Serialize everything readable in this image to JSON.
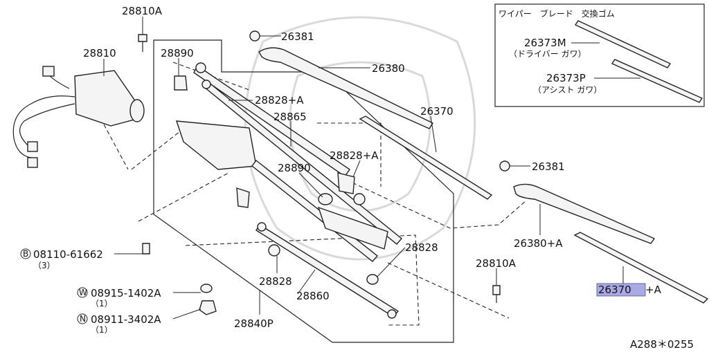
{
  "inset": {
    "title": "ワイパー　ブレード　交換ゴム",
    "driver_part": "26373M",
    "driver_note": "（ドライバー ガワ）",
    "assist_part": "26373P",
    "assist_note": "（アシスト ガワ）"
  },
  "labels": {
    "p28810A_top": "28810A",
    "p28810": "28810",
    "p28890_top": "28890",
    "p26381_top": "26381",
    "p26380": "26380",
    "p28828A_top": "28828+A",
    "p28865": "28865",
    "p26370": "26370",
    "p28828A_mid": "28828+A",
    "p28890_mid": "28890",
    "p26381_right": "26381",
    "p26380A": "26380+A",
    "p28828_right": "28828",
    "p28810A_bottom": "28810A",
    "p28828_bottom": "28828",
    "p28860": "28860",
    "p28840P": "28840P",
    "p26370A_num": "26370",
    "p26370A_suffix": "+A",
    "bolt_B_marker": "B",
    "bolt_B_part": "08110-61662",
    "bolt_B_qty": "（3）",
    "washer_W_marker": "W",
    "washer_W_part": "08915-1402A",
    "washer_W_qty": "（1）",
    "nut_N_marker": "N",
    "nut_N_part": "08911-3402A",
    "nut_N_qty": "（1）",
    "diagram_code": "A288＊0255"
  },
  "colors": {
    "highlight": "#a9a9e4",
    "ink": "#222222",
    "watermark": "#d9d9d9"
  }
}
